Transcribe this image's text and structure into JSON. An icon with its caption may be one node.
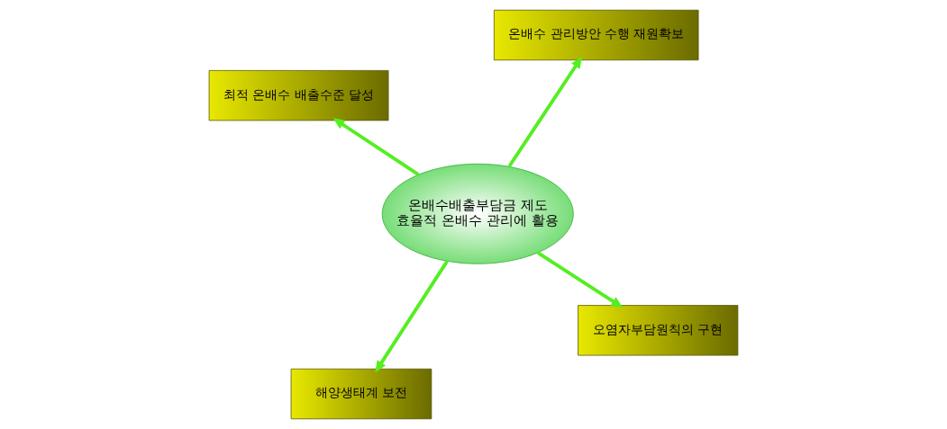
{
  "diagram": {
    "nodes": [
      {
        "text": [
          "온배수배출부담금 제도",
          "효율적 온배수 관리에 활용"
        ]
      },
      {
        "text": [
          "오염자부담원칙의 구현"
        ]
      },
      {
        "text": [
          "해양생태계 보전"
        ]
      },
      {
        "text": [
          "최적 온배수 배출수준 달성"
        ]
      },
      {
        "text": [
          "온배수 관리방안 수행 재원확보"
        ]
      }
    ],
    "edges": [
      {
        "from": 0,
        "to": 1,
        "arrow": "to"
      },
      {
        "from": 0,
        "to": 2,
        "arrow": "to"
      },
      {
        "from": 0,
        "to": 3,
        "arrow": "to"
      },
      {
        "from": 0,
        "to": 4,
        "arrow": "to"
      }
    ]
  }
}
